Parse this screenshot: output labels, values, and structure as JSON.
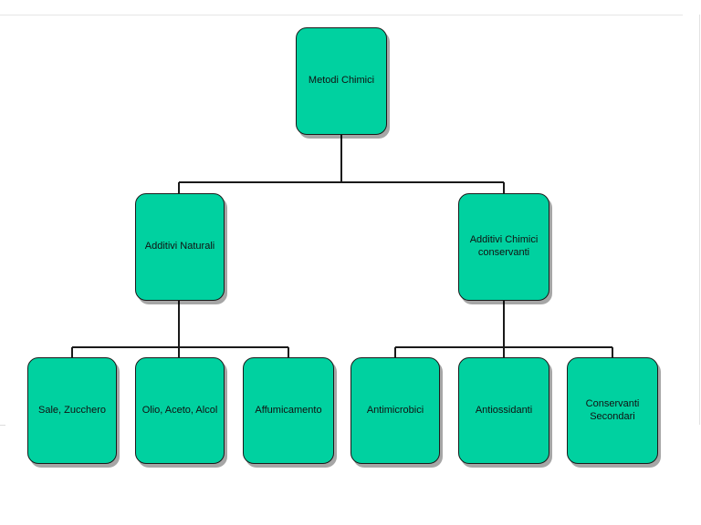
{
  "diagram": {
    "fill_color": "#00d1a0",
    "line_color": "#1a1a1a",
    "root": {
      "label": "Metodi Chimici"
    },
    "branches": [
      {
        "label": "Additivi Naturali",
        "children": [
          {
            "label": "Sale, Zucchero"
          },
          {
            "label": "Olio, Aceto, Alcol"
          },
          {
            "label": "Affumicamento"
          }
        ]
      },
      {
        "label": "Additivi Chimici\nconservanti",
        "children": [
          {
            "label": "Antimicrobici"
          },
          {
            "label": "Antiossidanti"
          },
          {
            "label": "Conservanti\nSecondari"
          }
        ]
      }
    ]
  }
}
